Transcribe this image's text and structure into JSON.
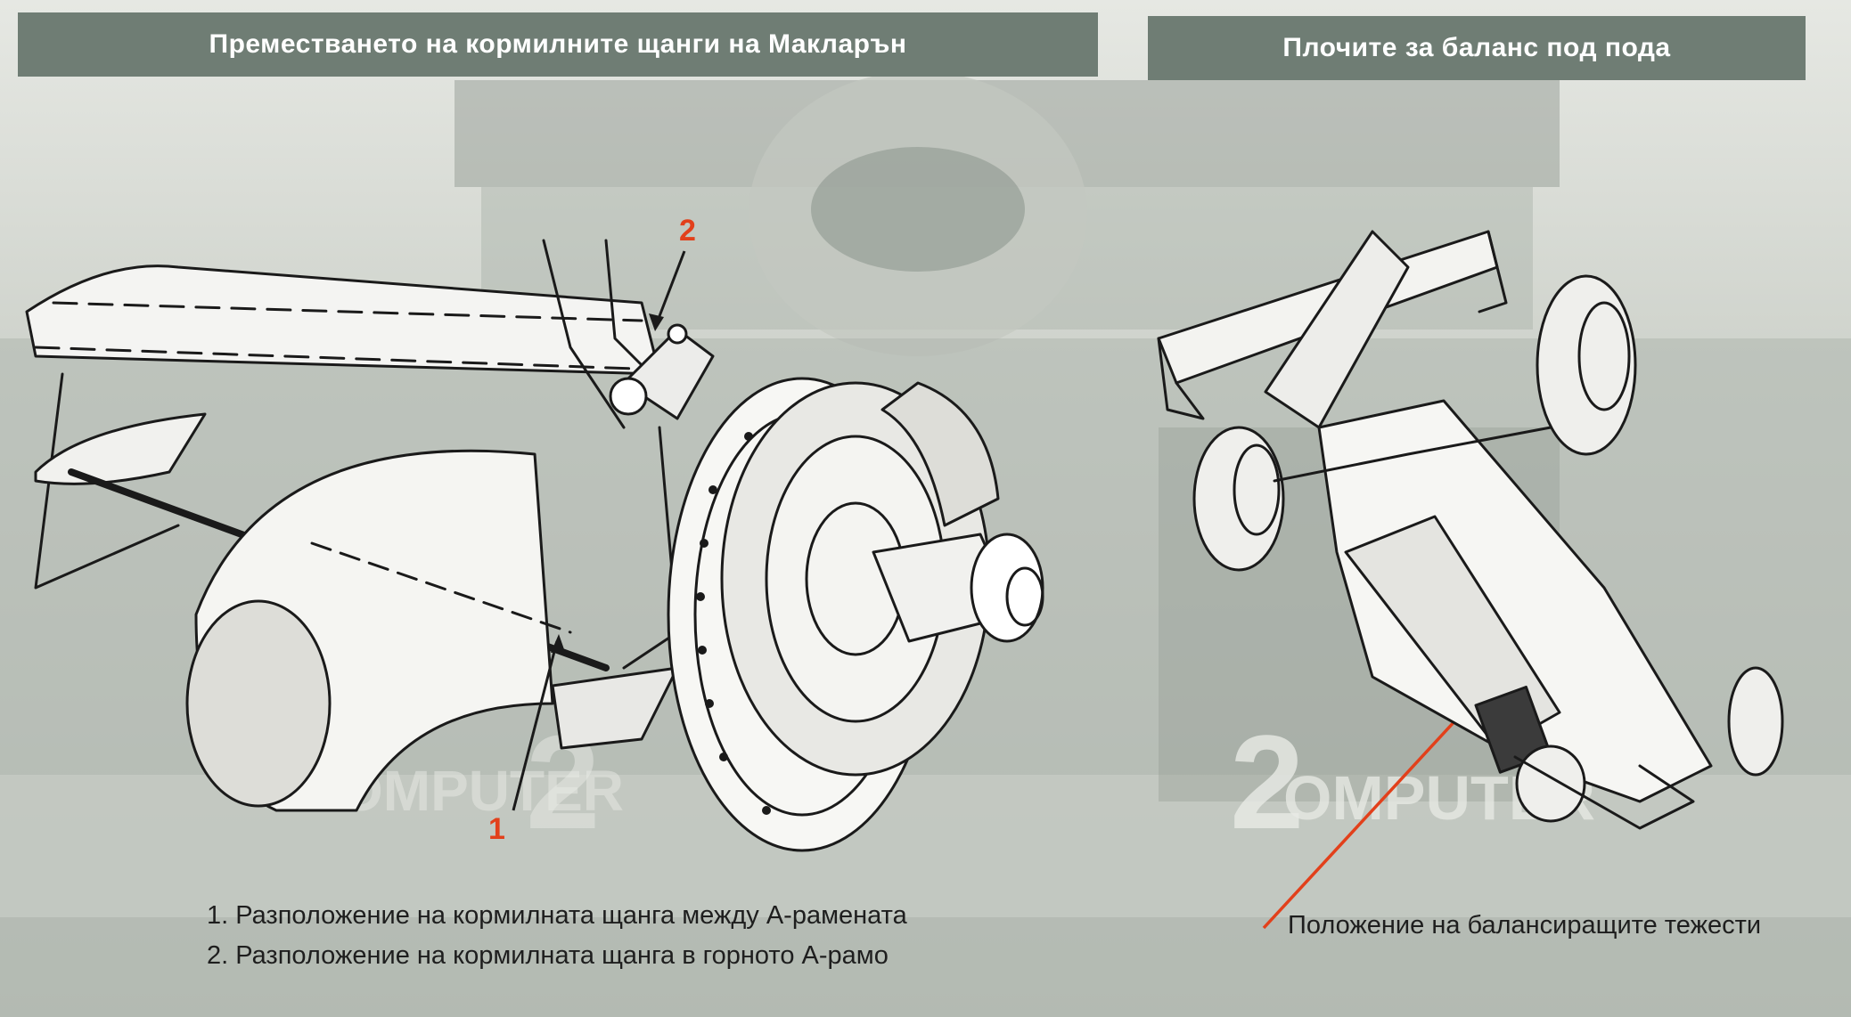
{
  "headers": {
    "left": "Преместването на кормилните щанги на Макларън",
    "right": "Плочите за баланс под пода"
  },
  "callouts": {
    "one": "1",
    "two": "2"
  },
  "captions": {
    "left_1": "1. Разположение на кормилната щанга между А-рамената",
    "left_2": "2. Разположение на кормилната щанга в горното А-рамо",
    "right": "Положение на балансиращите тежести"
  },
  "background_text": {
    "car_number_left": "2",
    "car_number_right": "2",
    "sponsor_left": "OMPUTER",
    "sponsor_right": "OMPUTER"
  },
  "colors": {
    "header_bg": "#6f7d74",
    "header_text": "#ffffff",
    "callout": "#e2401b",
    "caption_text": "#1e1e1e"
  }
}
